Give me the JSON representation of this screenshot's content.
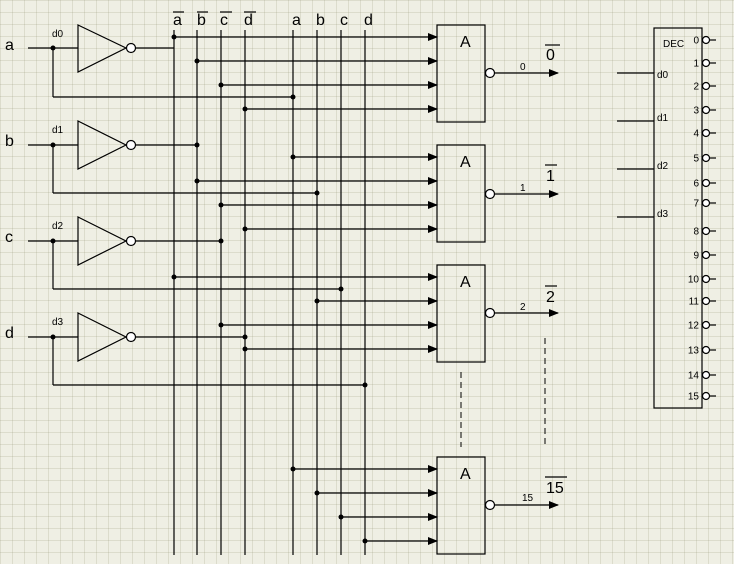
{
  "inputs": [
    "a",
    "b",
    "c",
    "d"
  ],
  "inverter_labels": [
    "d0",
    "d1",
    "d2",
    "d3"
  ],
  "bus_labels_inverted": [
    "a",
    "b",
    "c",
    "d"
  ],
  "bus_labels_direct": [
    "a",
    "b",
    "c",
    "d"
  ],
  "and_gate_label": "A",
  "outputs": [
    {
      "num": "0",
      "label": "0"
    },
    {
      "num": "1",
      "label": "1"
    },
    {
      "num": "2",
      "label": "2"
    },
    {
      "num": "15",
      "label": "15"
    }
  ],
  "decoder": {
    "title": "DEC",
    "inputs": [
      "d0",
      "d1",
      "d2",
      "d3"
    ],
    "outputs": [
      "0",
      "1",
      "2",
      "3",
      "4",
      "5",
      "6",
      "7",
      "8",
      "9",
      "10",
      "11",
      "12",
      "13",
      "14",
      "15"
    ]
  }
}
